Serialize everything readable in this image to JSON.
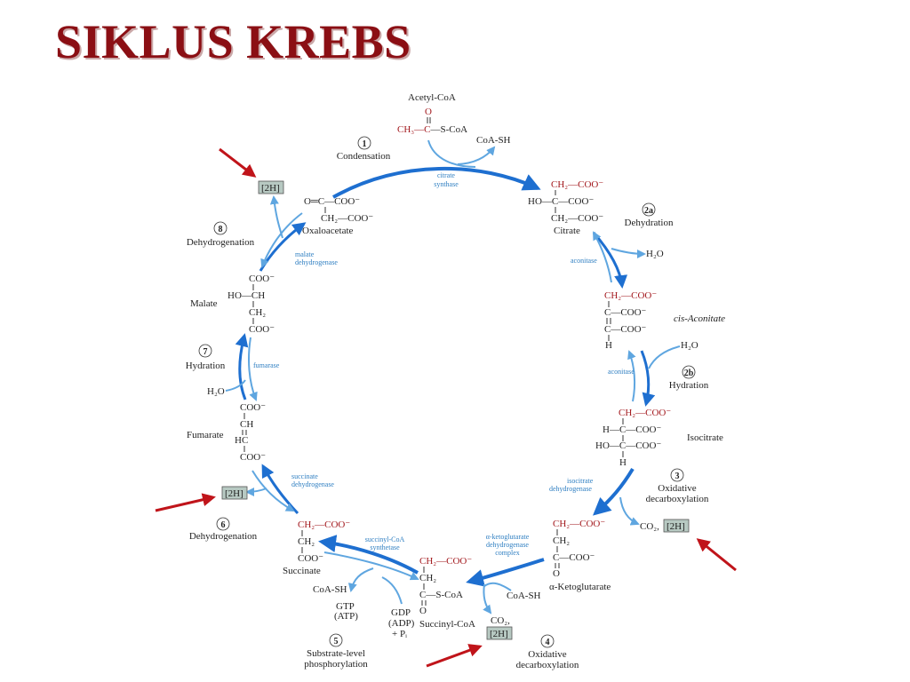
{
  "title": "SIKLUS KREBS",
  "molecules": {
    "acetyl_coa": {
      "name": "Acetyl-CoA",
      "o": "O",
      "formula_red": "CH₃—C",
      "formula_black": "—S-CoA"
    },
    "coa_sh_top": "CoA-SH",
    "citrate": {
      "l1": "CH₂—COO⁻",
      "l2": "HO—C—COO⁻",
      "l3": "CH₂—COO⁻",
      "name": "Citrate"
    },
    "cis_aconitate": {
      "l1": "CH₂—COO⁻",
      "l2": "C—COO⁻",
      "l3": "C—COO⁻",
      "l4": "H",
      "name": "cis-Aconitate"
    },
    "isocitrate": {
      "l1": "CH₂—COO⁻",
      "l2": "H—C—COO⁻",
      "l3": "HO—C—COO⁻",
      "l4": "H",
      "name": "Isocitrate"
    },
    "a_ketoglutarate": {
      "l1": "CH₂—COO⁻",
      "l2": "CH₂",
      "l3": "C—COO⁻",
      "l4": "O",
      "name": "α-Ketoglutarate"
    },
    "succinyl_coa": {
      "l1": "CH₂—COO⁻",
      "l2": "CH₂",
      "l3": "C—S-CoA",
      "l4": "O",
      "name": "Succinyl-CoA"
    },
    "succinate": {
      "l1": "CH₂—COO⁻",
      "l2": "CH₂",
      "l3": "COO⁻",
      "name": "Succinate"
    },
    "fumarate": {
      "l1": "COO⁻",
      "l2": "CH",
      "l3": "HC",
      "l4": "COO⁻",
      "name": "Fumarate"
    },
    "malate": {
      "l1": "COO⁻",
      "l2": "HO—CH",
      "l3": "CH₂",
      "l4": "COO⁻",
      "name": "Malate"
    },
    "oxaloacetate": {
      "l1": "O═C—COO⁻",
      "l2": "CH₂—COO⁻",
      "name": "Oxaloacetate"
    }
  },
  "small_labels": {
    "h2o_2a": "H₂O",
    "h2o_2b": "H₂O",
    "h2o_7": "H₂O",
    "co2_3": "CO₂,",
    "co2_4": "CO₂,",
    "coa_sh_4": "CoA-SH",
    "coa_sh_5": "CoA-SH",
    "gtp": "GTP",
    "atp": "(ATP)",
    "gdp": "GDP",
    "adp": "(ADP)",
    "pi": "+ Pᵢ",
    "h2_top": "[2H]",
    "h2_left": "[2H]",
    "h2_right": "[2H]",
    "h2_bottom": "[2H]"
  },
  "steps": {
    "s1": {
      "num": "1",
      "label": "Condensation"
    },
    "s2a": {
      "num": "2a",
      "label": "Dehydration"
    },
    "s2b": {
      "num": "2b",
      "label": "Hydration"
    },
    "s3": {
      "num": "3",
      "label1": "Oxidative",
      "label2": "decarboxylation"
    },
    "s4": {
      "num": "4",
      "label1": "Oxidative",
      "label2": "decarboxylation"
    },
    "s5": {
      "num": "5",
      "label1": "Substrate-level",
      "label2": "phosphorylation"
    },
    "s6": {
      "num": "6",
      "label": "Dehydrogenation"
    },
    "s7": {
      "num": "7",
      "label": "Hydration"
    },
    "s8": {
      "num": "8",
      "label": "Dehydrogenation"
    }
  },
  "enzymes": {
    "citrate_synthase": {
      "l1": "citrate",
      "l2": "synthase"
    },
    "aconitase_1": "aconitase",
    "aconitase_2": "aconitase",
    "isocitrate_dh": {
      "l1": "isocitrate",
      "l2": "dehydrogenase"
    },
    "akg_dh": {
      "l1": "α-ketoglutarate",
      "l2": "dehydrogenase",
      "l3": "complex"
    },
    "succinyl_coa_synthetase": {
      "l1": "succinyl-CoA",
      "l2": "synthetase"
    },
    "succinate_dh": {
      "l1": "succinate",
      "l2": "dehydrogenase"
    },
    "fumarase": "fumarase",
    "malate_dh": {
      "l1": "malate",
      "l2": "dehydrogenase"
    }
  },
  "colors": {
    "title": "#8b0f14",
    "arrow_blue": "#1e6fd0",
    "highlight_arrow": "#c0141a",
    "carbon_red": "#a3191e",
    "enzyme_text": "#2f7fc2"
  }
}
